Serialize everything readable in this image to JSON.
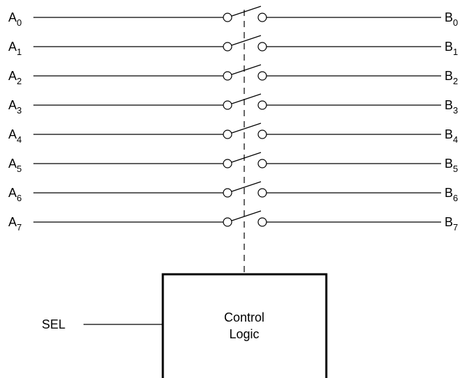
{
  "switches": [
    {
      "a_base": "A",
      "a_sub": "0",
      "b_base": "B",
      "b_sub": "0"
    },
    {
      "a_base": "A",
      "a_sub": "1",
      "b_base": "B",
      "b_sub": "1"
    },
    {
      "a_base": "A",
      "a_sub": "2",
      "b_base": "B",
      "b_sub": "2"
    },
    {
      "a_base": "A",
      "a_sub": "3",
      "b_base": "B",
      "b_sub": "3"
    },
    {
      "a_base": "A",
      "a_sub": "4",
      "b_base": "B",
      "b_sub": "4"
    },
    {
      "a_base": "A",
      "a_sub": "5",
      "b_base": "B",
      "b_sub": "5"
    },
    {
      "a_base": "A",
      "a_sub": "6",
      "b_base": "B",
      "b_sub": "6"
    },
    {
      "a_base": "A",
      "a_sub": "7",
      "b_base": "B",
      "b_sub": "7"
    }
  ],
  "control_block": {
    "line1": "Control",
    "line2": "Logic"
  },
  "sel_label": "SEL"
}
